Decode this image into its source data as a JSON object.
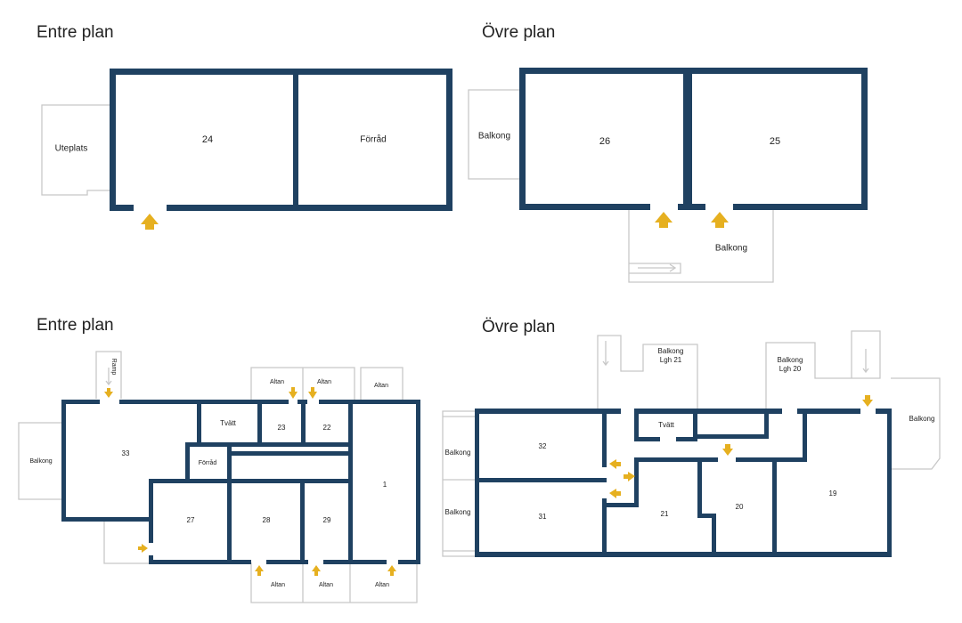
{
  "colors": {
    "wall": "#1f4161",
    "arrow": "#e6b020",
    "outline": "#c8c8c8"
  },
  "top_left": {
    "heading": "Entre plan",
    "rooms": {
      "r24": "24",
      "forrad": "Förråd",
      "uteplats": "Uteplats"
    }
  },
  "top_right": {
    "heading": "Övre plan",
    "rooms": {
      "r26": "26",
      "r25": "25",
      "balkong_left": "Balkong",
      "balkong_bottom": "Balkong"
    }
  },
  "bottom_left": {
    "heading": "Entre plan",
    "rooms": {
      "ramp": "Ramp",
      "balkong": "Balkong",
      "r33": "33",
      "tvatt": "Tvätt",
      "r23": "23",
      "r22": "22",
      "forrad": "Förråd",
      "r27": "27",
      "r28": "28",
      "r29": "29",
      "r1": "1",
      "altan_top_1": "Altan",
      "altan_top_2": "Altan",
      "altan_top_3": "Altan",
      "altan_bottom_1": "Altan",
      "altan_bottom_2": "Altan",
      "altan_bottom_3": "Altan"
    }
  },
  "bottom_right": {
    "heading": "Övre plan",
    "rooms": {
      "balkong_lgh21": "Balkong\nLgh 21",
      "balkong_lgh20": "Balkong\nLgh 20",
      "balkong_right": "Balkong",
      "balkong_left_1": "Balkong",
      "balkong_left_2": "Balkong",
      "tvatt": "Tvätt",
      "r32": "32",
      "r31": "31",
      "r21": "21",
      "r20": "20",
      "r19": "19"
    }
  }
}
